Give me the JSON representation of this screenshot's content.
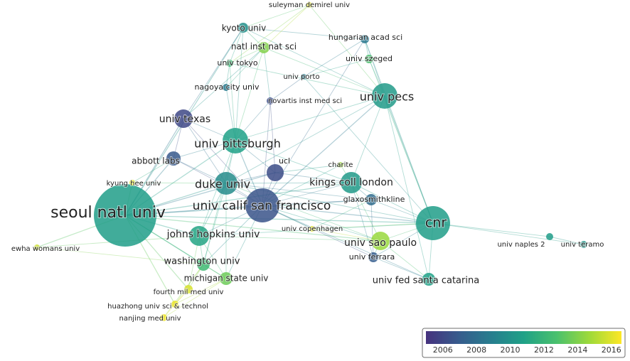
{
  "legend": {
    "ticks": [
      "2006",
      "2008",
      "2010",
      "2012",
      "2014",
      "2016"
    ],
    "range": [
      2005,
      2016.6
    ],
    "colors": [
      "#46327e",
      "#365c8d",
      "#277f8e",
      "#1fa187",
      "#4ac16d",
      "#a0da39",
      "#fde725"
    ]
  },
  "nodes": [
    {
      "id": "seoul",
      "label": "seoul natl univ",
      "year": 2010.6,
      "weight": 44,
      "ls": 22
    },
    {
      "id": "ucsf",
      "label": "univ calif san francisco",
      "year": 2006.5,
      "weight": 24,
      "ls": 17
    },
    {
      "id": "cnr",
      "label": "cnr",
      "year": 2010.6,
      "weight": 24,
      "ls": 19
    },
    {
      "id": "pecs",
      "label": "univ pecs",
      "year": 2010.4,
      "weight": 18,
      "ls": 16
    },
    {
      "id": "pitt",
      "label": "univ pittsburgh",
      "year": 2010.8,
      "weight": 18,
      "ls": 16
    },
    {
      "id": "duke",
      "label": "duke univ",
      "year": 2009.6,
      "weight": 16,
      "ls": 16
    },
    {
      "id": "kcl",
      "label": "kings coll london",
      "year": 2010.4,
      "weight": 15,
      "ls": 14
    },
    {
      "id": "jhu",
      "label": "johns hopkins univ",
      "year": 2011.0,
      "weight": 14,
      "ls": 14
    },
    {
      "id": "sao",
      "label": "univ sao paulo",
      "year": 2014.5,
      "weight": 13,
      "ls": 14
    },
    {
      "id": "texas",
      "label": "univ texas",
      "year": 2006.0,
      "weight": 13,
      "ls": 14
    },
    {
      "id": "ucl",
      "label": "ucl",
      "year": 2006.2,
      "weight": 12,
      "ls": 11
    },
    {
      "id": "santa",
      "label": "univ fed santa catarina",
      "year": 2010.8,
      "weight": 9,
      "ls": 13
    },
    {
      "id": "wash",
      "label": "washington univ",
      "year": 2012.3,
      "weight": 9,
      "ls": 13
    },
    {
      "id": "msu",
      "label": "michigan state univ",
      "year": 2013.5,
      "weight": 9,
      "ls": 12
    },
    {
      "id": "abbott",
      "label": "abbott labs",
      "year": 2006.8,
      "weight": 10,
      "ls": 12
    },
    {
      "id": "kyoto",
      "label": "kyoto univ",
      "year": 2009.8,
      "weight": 7,
      "ls": 12
    },
    {
      "id": "natl",
      "label": "natl inst nat sci",
      "year": 2014.0,
      "weight": 8,
      "ls": 12
    },
    {
      "id": "glaxo",
      "label": "glaxosmithkline",
      "year": 2007.8,
      "weight": 8,
      "ls": 11
    },
    {
      "id": "ferrara",
      "label": "univ ferrara",
      "year": 2007.0,
      "weight": 7,
      "ls": 11
    },
    {
      "id": "naples",
      "label": "univ naples 2",
      "year": 2010.5,
      "weight": 5,
      "ls": 10
    },
    {
      "id": "teramo",
      "label": "univ teramo",
      "year": 2010.2,
      "weight": 5,
      "ls": 10
    },
    {
      "id": "hung",
      "label": "hungarian acad sci",
      "year": 2008.5,
      "weight": 6,
      "ls": 11
    },
    {
      "id": "szeged",
      "label": "univ szeged",
      "year": 2012.7,
      "weight": 6,
      "ls": 11
    },
    {
      "id": "tokyo",
      "label": "univ tokyo",
      "year": 2012.2,
      "weight": 5,
      "ls": 11
    },
    {
      "id": "nagoya",
      "label": "nagoya city univ",
      "year": 2008.6,
      "weight": 5,
      "ls": 11
    },
    {
      "id": "porto",
      "label": "univ porto",
      "year": 2008.8,
      "weight": 4,
      "ls": 10
    },
    {
      "id": "novartis",
      "label": "novartis inst med sci",
      "year": 2006.2,
      "weight": 5,
      "ls": 10
    },
    {
      "id": "charite",
      "label": "charite",
      "year": 2014.6,
      "weight": 4,
      "ls": 10
    },
    {
      "id": "kyunghee",
      "label": "kyung hee univ",
      "year": 2016.0,
      "weight": 4,
      "ls": 10
    },
    {
      "id": "copen",
      "label": "univ copenhagen",
      "year": 2016.0,
      "weight": 4,
      "ls": 10
    },
    {
      "id": "ewha",
      "label": "ewha womans univ",
      "year": 2015.6,
      "weight": 4,
      "ls": 10
    },
    {
      "id": "fourth",
      "label": "fourth mil med univ",
      "year": 2015.8,
      "weight": 6,
      "ls": 10
    },
    {
      "id": "huazhong",
      "label": "huazhong univ sci & technol",
      "year": 2016.2,
      "weight": 5,
      "ls": 10
    },
    {
      "id": "nanjing",
      "label": "nanjing med univ",
      "year": 2016.3,
      "weight": 5,
      "ls": 10
    },
    {
      "id": "suleyman",
      "label": "suleyman demirel univ",
      "year": 2016.0,
      "weight": 4,
      "ls": 10
    }
  ],
  "edges": [
    [
      "seoul",
      "ucsf"
    ],
    [
      "seoul",
      "duke"
    ],
    [
      "seoul",
      "jhu"
    ],
    [
      "seoul",
      "pitt"
    ],
    [
      "seoul",
      "texas"
    ],
    [
      "seoul",
      "abbott"
    ],
    [
      "seoul",
      "kyunghee"
    ],
    [
      "seoul",
      "ewha"
    ],
    [
      "seoul",
      "wash"
    ],
    [
      "seoul",
      "msu"
    ],
    [
      "seoul",
      "ucl"
    ],
    [
      "seoul",
      "kcl"
    ],
    [
      "seoul",
      "cnr"
    ],
    [
      "seoul",
      "glaxo"
    ],
    [
      "seoul",
      "fourth"
    ],
    [
      "seoul",
      "huazhong"
    ],
    [
      "seoul",
      "sao"
    ],
    [
      "seoul",
      "kyoto"
    ],
    [
      "ucsf",
      "duke"
    ],
    [
      "ucsf",
      "pitt"
    ],
    [
      "ucsf",
      "jhu"
    ],
    [
      "ucsf",
      "kcl"
    ],
    [
      "ucsf",
      "ucl"
    ],
    [
      "ucsf",
      "cnr"
    ],
    [
      "ucsf",
      "sao"
    ],
    [
      "ucsf",
      "glaxo"
    ],
    [
      "ucsf",
      "wash"
    ],
    [
      "ucsf",
      "msu"
    ],
    [
      "ucsf",
      "texas"
    ],
    [
      "ucsf",
      "abbott"
    ],
    [
      "ucsf",
      "ferrara"
    ],
    [
      "ucsf",
      "copen"
    ],
    [
      "ucsf",
      "pecs"
    ],
    [
      "ucsf",
      "santa"
    ],
    [
      "ucsf",
      "charite"
    ],
    [
      "ucsf",
      "novartis"
    ],
    [
      "ucsf",
      "hung"
    ],
    [
      "cnr",
      "pecs"
    ],
    [
      "cnr",
      "sao"
    ],
    [
      "cnr",
      "naples"
    ],
    [
      "cnr",
      "teramo"
    ],
    [
      "cnr",
      "ferrara"
    ],
    [
      "cnr",
      "santa"
    ],
    [
      "cnr",
      "kcl"
    ],
    [
      "cnr",
      "glaxo"
    ],
    [
      "cnr",
      "szeged"
    ],
    [
      "cnr",
      "hung"
    ],
    [
      "cnr",
      "duke"
    ],
    [
      "cnr",
      "jhu"
    ],
    [
      "cnr",
      "copen"
    ],
    [
      "cnr",
      "porto"
    ],
    [
      "pecs",
      "szeged"
    ],
    [
      "pecs",
      "hung"
    ],
    [
      "pecs",
      "kcl"
    ],
    [
      "pecs",
      "pitt"
    ],
    [
      "pecs",
      "kyoto"
    ],
    [
      "pecs",
      "natl"
    ],
    [
      "pecs",
      "duke"
    ],
    [
      "pecs",
      "santa"
    ],
    [
      "pecs",
      "tokyo"
    ],
    [
      "pecs",
      "suleyman"
    ],
    [
      "pitt",
      "duke"
    ],
    [
      "pitt",
      "texas"
    ],
    [
      "pitt",
      "kyoto"
    ],
    [
      "pitt",
      "natl"
    ],
    [
      "pitt",
      "tokyo"
    ],
    [
      "pitt",
      "nagoya"
    ],
    [
      "pitt",
      "jhu"
    ],
    [
      "pitt",
      "abbott"
    ],
    [
      "pitt",
      "ucl"
    ],
    [
      "pitt",
      "kcl"
    ],
    [
      "pitt",
      "wash"
    ],
    [
      "pitt",
      "novartis"
    ],
    [
      "duke",
      "jhu"
    ],
    [
      "duke",
      "kcl"
    ],
    [
      "duke",
      "wash"
    ],
    [
      "duke",
      "msu"
    ],
    [
      "duke",
      "abbott"
    ],
    [
      "duke",
      "texas"
    ],
    [
      "duke",
      "ucl"
    ],
    [
      "duke",
      "sao"
    ],
    [
      "duke",
      "glaxo"
    ],
    [
      "kcl",
      "sao"
    ],
    [
      "kcl",
      "glaxo"
    ],
    [
      "kcl",
      "ucl"
    ],
    [
      "kcl",
      "charite"
    ],
    [
      "kcl",
      "ferrara"
    ],
    [
      "jhu",
      "wash"
    ],
    [
      "jhu",
      "msu"
    ],
    [
      "jhu",
      "fourth"
    ],
    [
      "jhu",
      "sao"
    ],
    [
      "jhu",
      "ewha"
    ],
    [
      "wash",
      "msu"
    ],
    [
      "wash",
      "fourth"
    ],
    [
      "msu",
      "huazhong"
    ],
    [
      "msu",
      "nanjing"
    ],
    [
      "fourth",
      "huazhong"
    ],
    [
      "fourth",
      "nanjing"
    ],
    [
      "sao",
      "santa"
    ],
    [
      "sao",
      "ferrara"
    ],
    [
      "sao",
      "copen"
    ],
    [
      "texas",
      "abbott"
    ],
    [
      "texas",
      "kyoto"
    ],
    [
      "texas",
      "natl"
    ],
    [
      "kyoto",
      "natl"
    ],
    [
      "kyoto",
      "tokyo"
    ],
    [
      "kyoto",
      "hung"
    ],
    [
      "kyoto",
      "suleyman"
    ],
    [
      "natl",
      "tokyo"
    ],
    [
      "natl",
      "nagoya"
    ],
    [
      "natl",
      "novartis"
    ],
    [
      "hung",
      "szeged"
    ],
    [
      "hung",
      "porto"
    ],
    [
      "szeged",
      "porto"
    ],
    [
      "glaxo",
      "ferrara"
    ],
    [
      "glaxo",
      "copen"
    ],
    [
      "naples",
      "teramo"
    ],
    [
      "santa",
      "ferrara"
    ],
    [
      "abbott",
      "kyunghee"
    ],
    [
      "ucl",
      "novartis"
    ],
    [
      "tokyo",
      "nagoya"
    ],
    [
      "porto",
      "novartis"
    ],
    [
      "suleyman",
      "natl"
    ],
    [
      "suleyman",
      "tokyo"
    ],
    [
      "charite",
      "ucl"
    ],
    [
      "kyunghee",
      "duke"
    ],
    [
      "ewha",
      "wash"
    ],
    [
      "nanjing",
      "wash"
    ],
    [
      "huazhong",
      "wash"
    ]
  ]
}
